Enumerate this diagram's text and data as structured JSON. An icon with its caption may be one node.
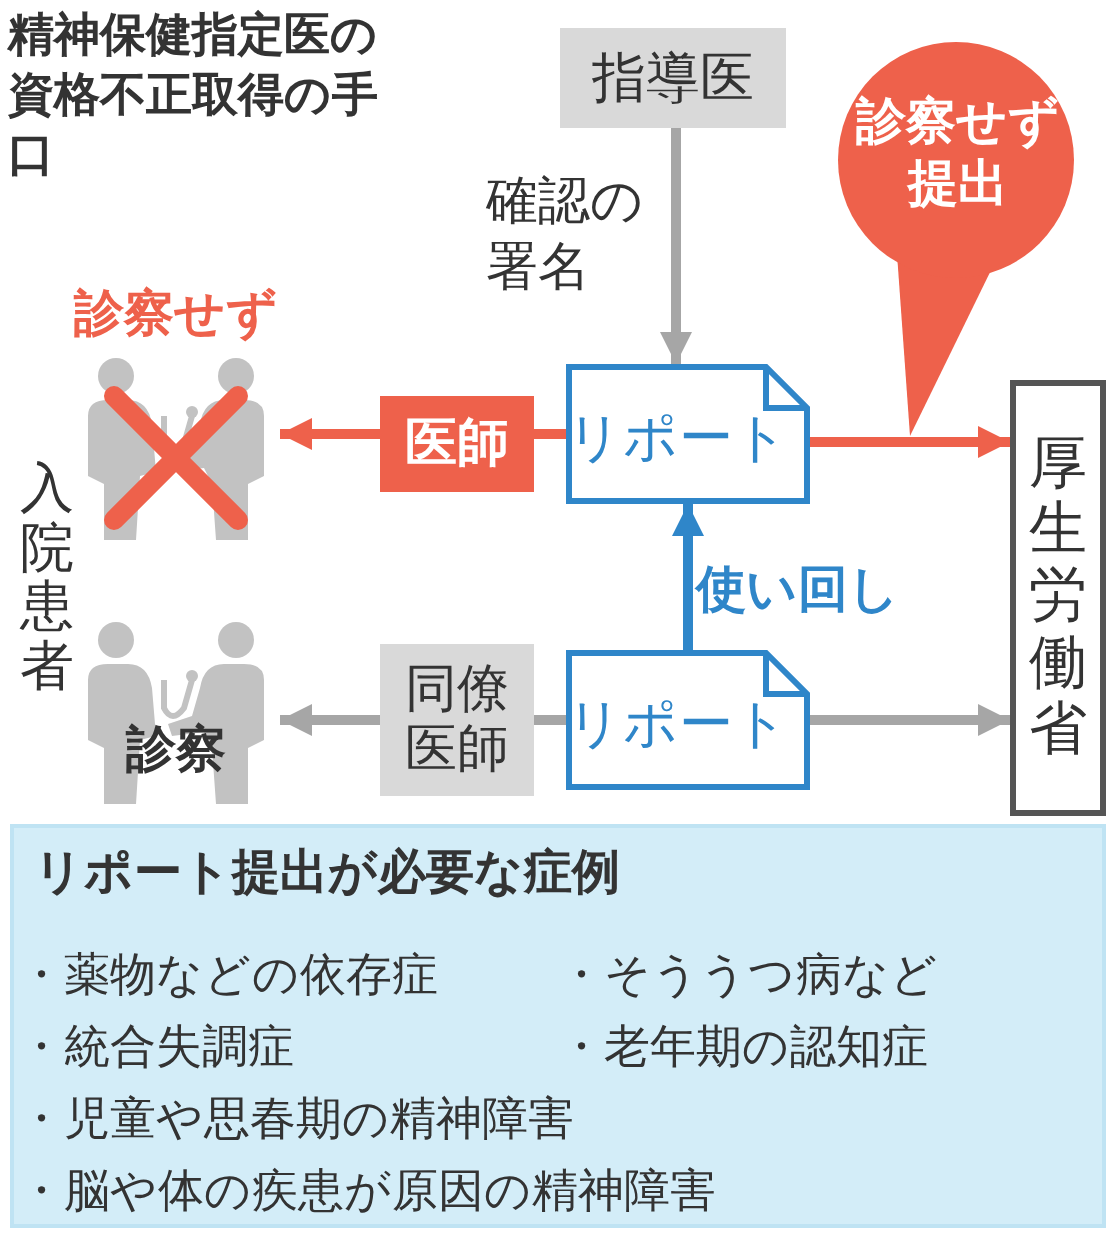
{
  "diagram": {
    "title": "精神保健指定医の資格不正取得の手口",
    "nodes": [
      {
        "text": [
          "指導医"
        ]
      },
      {
        "text": [
          "診察せず提出"
        ]
      },
      {
        "text": [
          "リポート"
        ]
      },
      {
        "text": [
          "診察せず"
        ]
      },
      {
        "text": [
          "厚生労働省"
        ]
      },
      {
        "text": [
          "診察"
        ]
      },
      {
        "text": [
          "リポート"
        ]
      },
      {
        "text": [
          "リポート提出が必要な症例",
          "・薬物などの依存症",
          "・そううつ病など",
          "・統合失調症",
          "・老年期の認知症",
          "・児童や思春期の精神障害",
          "・脳や体の疾患が原因の精神障害"
        ]
      }
    ],
    "edges": [
      {
        "from": 0,
        "to": 2,
        "arrow": "to",
        "label": "確認の署名"
      },
      {
        "from": 2,
        "to": 3,
        "arrow": "to",
        "label": "医師",
        "color": "#ee614b"
      },
      {
        "from": 2,
        "to": 4,
        "arrow": "to",
        "color": "#ee614b"
      },
      {
        "from": 6,
        "to": 2,
        "arrow": "to",
        "label": "使い回し",
        "color": "#2f86c9"
      },
      {
        "from": 6,
        "to": 5,
        "arrow": "to",
        "label": "同僚医師"
      },
      {
        "from": 6,
        "to": 4,
        "arrow": "to"
      }
    ],
    "labels": [
      "入院患者"
    ]
  }
}
